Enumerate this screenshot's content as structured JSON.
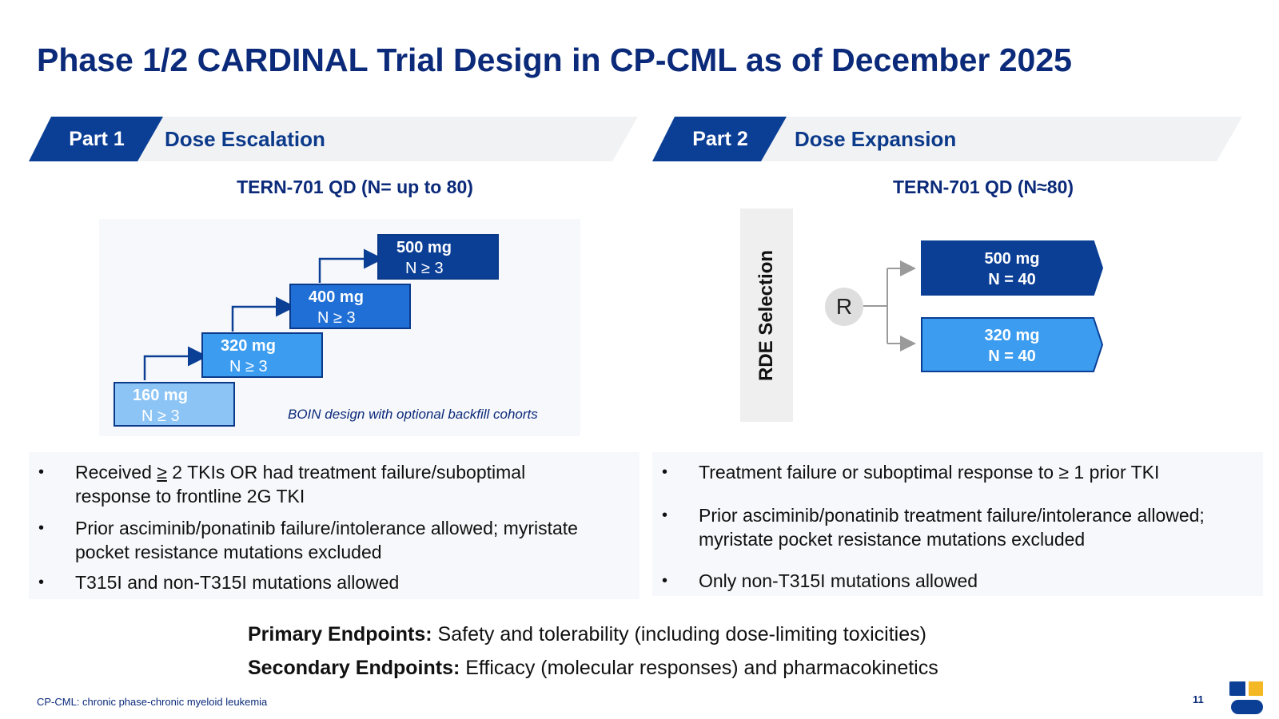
{
  "title": "Phase 1/2 CARDINAL Trial Design in CP-CML as of December 2025",
  "part1": {
    "tag": "Part 1",
    "label": "Dose Escalation",
    "subtitle": "TERN-701 QD (N= up to 80)",
    "doses": [
      {
        "dose": "160 mg",
        "n": "N ≥ 3",
        "color": "#8cc4f5"
      },
      {
        "dose": "320 mg",
        "n": "N ≥ 3",
        "color": "#3c9cf0"
      },
      {
        "dose": "400 mg",
        "n": "N ≥ 3",
        "color": "#1f6fd6"
      },
      {
        "dose": "500 mg",
        "n": "N ≥ 3",
        "color": "#0b3f96"
      }
    ],
    "design_note": "BOIN design with optional backfill cohorts",
    "criteria": [
      {
        "pre": "Received ",
        "ge": "≥",
        "post": " 2 TKIs OR had treatment failure/suboptimal",
        "line2": "response to frontline 2G TKI"
      },
      {
        "line1": "Prior asciminib/ponatinib failure/intolerance allowed; myristate",
        "line2": "pocket resistance mutations excluded"
      },
      {
        "line1": "T315I and non-T315I mutations allowed"
      }
    ]
  },
  "part2": {
    "tag": "Part 2",
    "label": "Dose Expansion",
    "subtitle": "TERN-701 QD (N≈80)",
    "selection_label": "RDE Selection",
    "randomization": "R",
    "arms": [
      {
        "dose": "500 mg",
        "n": "N = 40",
        "color": "#0b3f96"
      },
      {
        "dose": "320 mg",
        "n": "N = 40",
        "color": "#3c9cf0"
      }
    ],
    "criteria": [
      {
        "line1": "Treatment failure or suboptimal response to ≥ 1 prior TKI"
      },
      {
        "line1": "Prior asciminib/ponatinib treatment failure/intolerance allowed;",
        "line2": "myristate pocket resistance mutations excluded"
      },
      {
        "line1": "Only non-T315I mutations allowed"
      }
    ]
  },
  "bullet_char": "•",
  "endpoints": {
    "primary_label": "Primary Endpoints:",
    "primary_text": " Safety and tolerability (including dose-limiting toxicities)",
    "secondary_label": "Secondary Endpoints:",
    "secondary_text": " Efficacy (molecular responses) and pharmacokinetics"
  },
  "footnote": "CP-CML: chronic phase-chronic myeloid leukemia",
  "page_number": "11",
  "colors": {
    "navy": "#0b2a7a",
    "dark_blue": "#0b3f96",
    "banner_bg": "#f1f2f4",
    "logo_yellow": "#f3b824"
  }
}
